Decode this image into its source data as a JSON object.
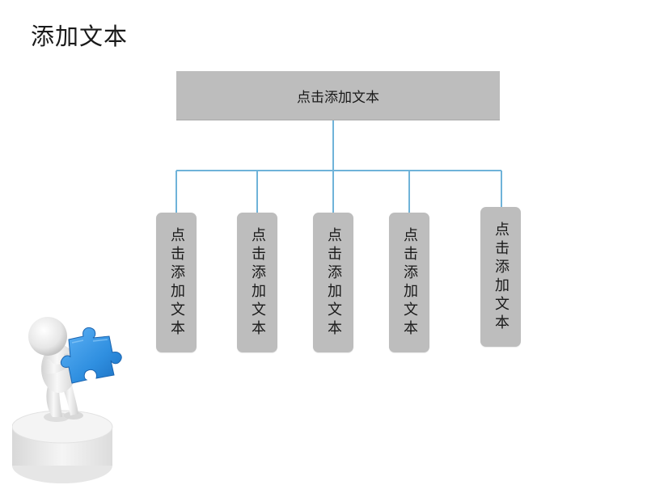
{
  "slide": {
    "title": "添加文本"
  },
  "diagram": {
    "root_label": "点击添加文本",
    "children": [
      {
        "label": "点击添加文本"
      },
      {
        "label": "点击添加文本"
      },
      {
        "label": "点击添加文本"
      },
      {
        "label": "点击添加文本"
      },
      {
        "label": "点击添加文本"
      }
    ]
  },
  "colors": {
    "box_fill": "#bdbdbd",
    "connector": "#6fb3d9",
    "puzzle": "#2f8fe0"
  },
  "icons": {
    "illustration": "person-holding-puzzle-piece-icon"
  }
}
